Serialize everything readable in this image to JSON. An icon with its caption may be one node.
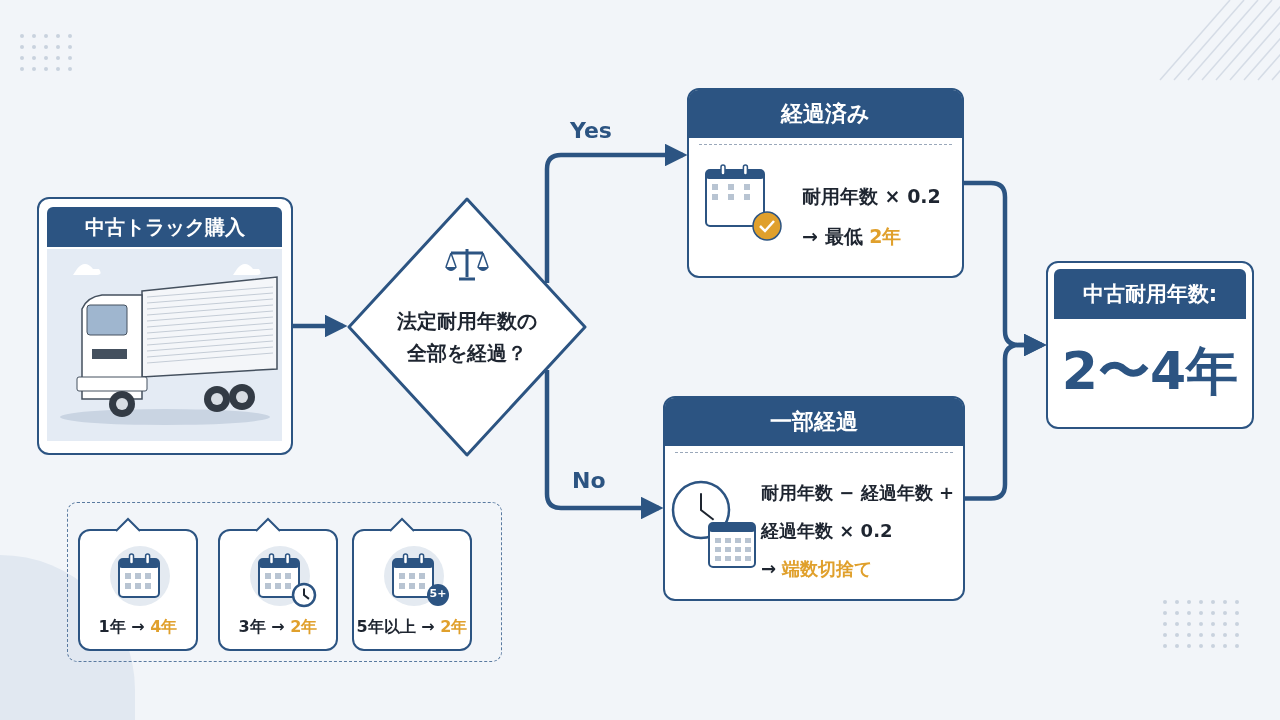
{
  "diagram": {
    "nodes": [
      {
        "text": [
          "中古トラック購入"
        ]
      },
      {
        "text": [
          "法定耐用年数の全部を経過？"
        ]
      },
      {
        "text": [
          "経過済み",
          "耐用年数 × 0.2",
          "→ 最低",
          "2年"
        ]
      },
      {
        "text": [
          "一部経過",
          "耐用年数 − 経過年数 + 経過年数 × 0.2",
          "→",
          "端数切捨て"
        ]
      },
      {
        "text": [
          "中古耐用年数:",
          "2〜4年"
        ]
      },
      {
        "text": [],
        "shape": "box"
      },
      {
        "text": [
          "1年 →",
          "4年"
        ],
        "in": 5
      },
      {
        "text": [
          "3年 →",
          "2年"
        ],
        "in": 5
      },
      {
        "text": [
          "5年以上 →",
          "2年"
        ],
        "in": 5
      }
    ],
    "edges": [
      {
        "from": 0,
        "to": 1,
        "arrow": "to"
      },
      {
        "from": 1,
        "to": 2,
        "arrow": "to",
        "label": "Yes"
      },
      {
        "from": 1,
        "to": 3,
        "arrow": "to",
        "label": "No"
      },
      {
        "from": 2,
        "to": 4,
        "arrow": "to"
      },
      {
        "from": 3,
        "to": 4,
        "arrow": "to"
      }
    ],
    "labels": [
      "5+"
    ]
  }
}
